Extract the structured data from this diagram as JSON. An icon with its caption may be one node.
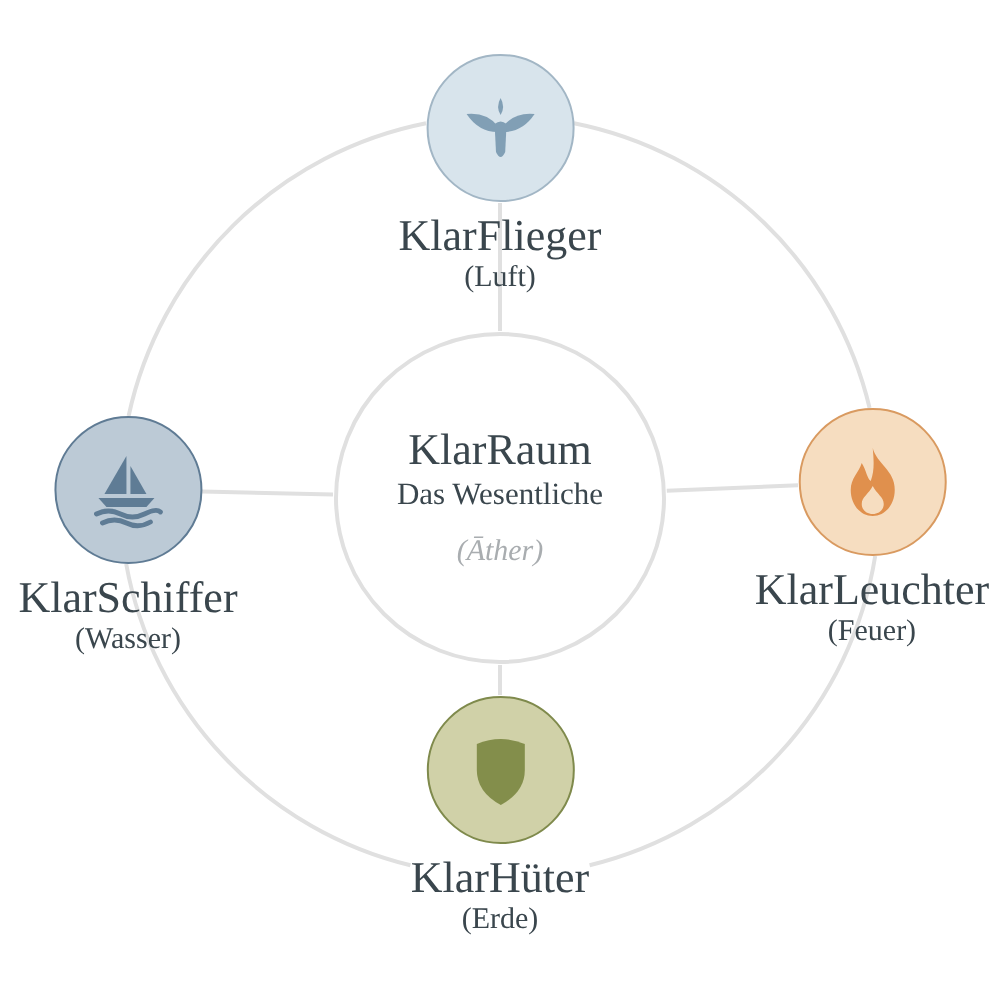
{
  "diagram": {
    "nodes": [
      {
        "text": [
          "KlarFlieger",
          "(Luft)"
        ]
      },
      {
        "text": [
          "KlarSchiffer",
          "(Wasser)"
        ]
      },
      {
        "text": [
          "KlarRaum",
          "Das Wesentliche",
          "(Āther)"
        ]
      },
      {
        "text": [
          "KlarLeuchter",
          "(Feuer)"
        ]
      },
      {
        "text": [
          "KlarHüter",
          "(Erde)"
        ]
      }
    ],
    "edges": [
      {
        "from": 2,
        "to": 0,
        "arrow": "none"
      },
      {
        "from": 2,
        "to": 1,
        "arrow": "none"
      },
      {
        "from": 2,
        "to": 3,
        "arrow": "none"
      },
      {
        "from": 2,
        "to": 4,
        "arrow": "none"
      },
      {
        "from": 0,
        "to": 1,
        "arrow": "none"
      },
      {
        "from": 0,
        "to": 3,
        "arrow": "none"
      },
      {
        "from": 1,
        "to": 4,
        "arrow": "none"
      },
      {
        "from": 3,
        "to": 4,
        "arrow": "none"
      }
    ]
  }
}
